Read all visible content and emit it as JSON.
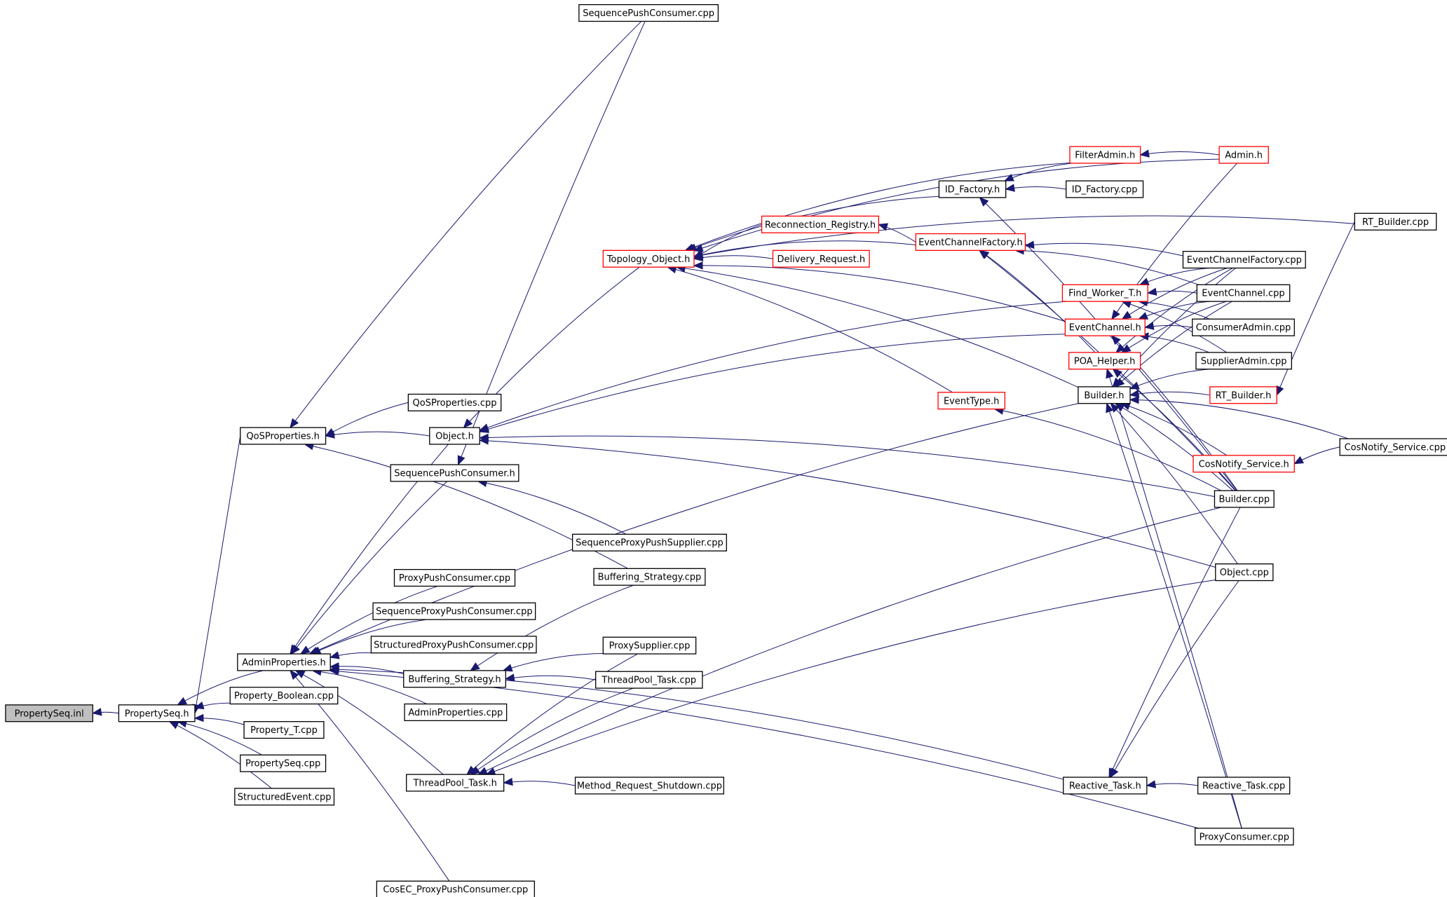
{
  "colors": {
    "edge": "#191970",
    "box_black": "#000000",
    "box_red": "#ff0000",
    "root_fill": "#bfbfbf",
    "fill": "#ffffff"
  },
  "nodes": [
    {
      "id": "PropertySeq_inl",
      "label": "PropertySeq.inl",
      "style": "root"
    },
    {
      "id": "PropertySeq_h",
      "label": "PropertySeq.h",
      "style": "black"
    },
    {
      "id": "QoSProperties_h",
      "label": "QoSProperties.h",
      "style": "black"
    },
    {
      "id": "AdminProperties_h",
      "label": "AdminProperties.h",
      "style": "black"
    },
    {
      "id": "Property_Boolean_cpp",
      "label": "Property_Boolean.cpp",
      "style": "black"
    },
    {
      "id": "Property_T_cpp",
      "label": "Property_T.cpp",
      "style": "black"
    },
    {
      "id": "PropertySeq_cpp",
      "label": "PropertySeq.cpp",
      "style": "black"
    },
    {
      "id": "StructuredEvent_cpp",
      "label": "StructuredEvent.cpp",
      "style": "black"
    },
    {
      "id": "SequencePushConsumer_cpp",
      "label": "SequencePushConsumer.cpp",
      "style": "black"
    },
    {
      "id": "QoSProperties_cpp",
      "label": "QoSProperties.cpp",
      "style": "black"
    },
    {
      "id": "Object_h",
      "label": "Object.h",
      "style": "black"
    },
    {
      "id": "SequencePushConsumer_h",
      "label": "SequencePushConsumer.h",
      "style": "black"
    },
    {
      "id": "ProxyPushConsumer_cpp",
      "label": "ProxyPushConsumer.cpp",
      "style": "black"
    },
    {
      "id": "SequenceProxyPushConsumer_cpp",
      "label": "SequenceProxyPushConsumer.cpp",
      "style": "black"
    },
    {
      "id": "StructuredProxyPushConsumer_cpp",
      "label": "StructuredProxyPushConsumer.cpp",
      "style": "black"
    },
    {
      "id": "Buffering_Strategy_h",
      "label": "Buffering_Strategy.h",
      "style": "black"
    },
    {
      "id": "AdminProperties_cpp",
      "label": "AdminProperties.cpp",
      "style": "black"
    },
    {
      "id": "ThreadPool_Task_h",
      "label": "ThreadPool_Task.h",
      "style": "black"
    },
    {
      "id": "CosEC_ProxyPushConsumer_cpp",
      "label": "CosEC_ProxyPushConsumer.cpp",
      "style": "black"
    },
    {
      "id": "Topology_Object_h",
      "label": "Topology_Object.h",
      "style": "red"
    },
    {
      "id": "Reconnection_Registry_h",
      "label": "Reconnection_Registry.h",
      "style": "red"
    },
    {
      "id": "Delivery_Request_h",
      "label": "Delivery_Request.h",
      "style": "red"
    },
    {
      "id": "SequenceProxyPushSupplier_cpp",
      "label": "SequenceProxyPushSupplier.cpp",
      "style": "black"
    },
    {
      "id": "Buffering_Strategy_cpp",
      "label": "Buffering_Strategy.cpp",
      "style": "black"
    },
    {
      "id": "ProxySupplier_cpp",
      "label": "ProxySupplier.cpp",
      "style": "black"
    },
    {
      "id": "ThreadPool_Task_cpp",
      "label": "ThreadPool_Task.cpp",
      "style": "black"
    },
    {
      "id": "Method_Request_Shutdown_cpp",
      "label": "Method_Request_Shutdown.cpp",
      "style": "black"
    },
    {
      "id": "ID_Factory_h",
      "label": "ID_Factory.h",
      "style": "black"
    },
    {
      "id": "EventChannelFactory_h",
      "label": "EventChannelFactory.h",
      "style": "red"
    },
    {
      "id": "EventType_h",
      "label": "EventType.h",
      "style": "red"
    },
    {
      "id": "FilterAdmin_h",
      "label": "FilterAdmin.h",
      "style": "red"
    },
    {
      "id": "ID_Factory_cpp",
      "label": "ID_Factory.cpp",
      "style": "black"
    },
    {
      "id": "Find_Worker_T_h",
      "label": "Find_Worker_T.h",
      "style": "red"
    },
    {
      "id": "EventChannel_h",
      "label": "EventChannel.h",
      "style": "red"
    },
    {
      "id": "POA_Helper_h",
      "label": "POA_Helper.h",
      "style": "red"
    },
    {
      "id": "Builder_h",
      "label": "Builder.h",
      "style": "black"
    },
    {
      "id": "Reactive_Task_h",
      "label": "Reactive_Task.h",
      "style": "black"
    },
    {
      "id": "Admin_h",
      "label": "Admin.h",
      "style": "red"
    },
    {
      "id": "EventChannelFactory_cpp",
      "label": "EventChannelFactory.cpp",
      "style": "black"
    },
    {
      "id": "EventChannel_cpp",
      "label": "EventChannel.cpp",
      "style": "black"
    },
    {
      "id": "ConsumerAdmin_cpp",
      "label": "ConsumerAdmin.cpp",
      "style": "black"
    },
    {
      "id": "SupplierAdmin_cpp",
      "label": "SupplierAdmin.cpp",
      "style": "black"
    },
    {
      "id": "RT_Builder_h",
      "label": "RT_Builder.h",
      "style": "red"
    },
    {
      "id": "CosNotify_Service_h",
      "label": "CosNotify_Service.h",
      "style": "red"
    },
    {
      "id": "Builder_cpp",
      "label": "Builder.cpp",
      "style": "black"
    },
    {
      "id": "Object_cpp",
      "label": "Object.cpp",
      "style": "black"
    },
    {
      "id": "Reactive_Task_cpp",
      "label": "Reactive_Task.cpp",
      "style": "black"
    },
    {
      "id": "ProxyConsumer_cpp",
      "label": "ProxyConsumer.cpp",
      "style": "black"
    },
    {
      "id": "RT_Builder_cpp",
      "label": "RT_Builder.cpp",
      "style": "black"
    },
    {
      "id": "CosNotify_Service_cpp",
      "label": "CosNotify_Service.cpp",
      "style": "black"
    }
  ],
  "edges": [
    [
      "PropertySeq_h",
      "PropertySeq_inl"
    ],
    [
      "QoSProperties_h",
      "PropertySeq_h"
    ],
    [
      "AdminProperties_h",
      "PropertySeq_h"
    ],
    [
      "Property_Boolean_cpp",
      "PropertySeq_h"
    ],
    [
      "Property_T_cpp",
      "PropertySeq_h"
    ],
    [
      "PropertySeq_cpp",
      "PropertySeq_h"
    ],
    [
      "StructuredEvent_cpp",
      "PropertySeq_h"
    ],
    [
      "SequencePushConsumer_cpp",
      "QoSProperties_h"
    ],
    [
      "QoSProperties_cpp",
      "QoSProperties_h"
    ],
    [
      "Object_h",
      "QoSProperties_h"
    ],
    [
      "Buffering_Strategy_cpp",
      "QoSProperties_h"
    ],
    [
      "Object_h",
      "AdminProperties_h"
    ],
    [
      "SequencePushConsumer_h",
      "AdminProperties_h"
    ],
    [
      "ProxyPushConsumer_cpp",
      "AdminProperties_h"
    ],
    [
      "SequenceProxyPushConsumer_cpp",
      "AdminProperties_h"
    ],
    [
      "StructuredProxyPushConsumer_cpp",
      "AdminProperties_h"
    ],
    [
      "Buffering_Strategy_h",
      "AdminProperties_h"
    ],
    [
      "AdminProperties_cpp",
      "AdminProperties_h"
    ],
    [
      "ThreadPool_Task_h",
      "AdminProperties_h"
    ],
    [
      "CosEC_ProxyPushConsumer_cpp",
      "AdminProperties_h"
    ],
    [
      "Reactive_Task_h",
      "AdminProperties_h"
    ],
    [
      "ProxyConsumer_cpp",
      "AdminProperties_h"
    ],
    [
      "Builder_h",
      "AdminProperties_h"
    ],
    [
      "Topology_Object_h",
      "Object_h"
    ],
    [
      "Find_Worker_T_h",
      "Object_h"
    ],
    [
      "EventChannel_h",
      "Object_h"
    ],
    [
      "Builder_cpp",
      "Object_h"
    ],
    [
      "Object_cpp",
      "Object_h"
    ],
    [
      "SequencePushConsumer_cpp",
      "SequencePushConsumer_h"
    ],
    [
      "SequenceProxyPushSupplier_cpp",
      "SequencePushConsumer_h"
    ],
    [
      "Buffering_Strategy_cpp",
      "Buffering_Strategy_h"
    ],
    [
      "ProxySupplier_cpp",
      "Buffering_Strategy_h"
    ],
    [
      "ThreadPool_Task_cpp",
      "Buffering_Strategy_h"
    ],
    [
      "ThreadPool_Task_cpp",
      "ThreadPool_Task_h"
    ],
    [
      "Method_Request_Shutdown_cpp",
      "ThreadPool_Task_h"
    ],
    [
      "ProxySupplier_cpp",
      "ThreadPool_Task_h"
    ],
    [
      "Builder_cpp",
      "ThreadPool_Task_h"
    ],
    [
      "Object_cpp",
      "ThreadPool_Task_h"
    ],
    [
      "Reconnection_Registry_h",
      "Topology_Object_h"
    ],
    [
      "Delivery_Request_h",
      "Topology_Object_h"
    ],
    [
      "EventChannel_h",
      "Topology_Object_h"
    ],
    [
      "Builder_h",
      "Topology_Object_h"
    ],
    [
      "EventType_h",
      "Topology_Object_h"
    ],
    [
      "FilterAdmin_h",
      "Topology_Object_h"
    ],
    [
      "ID_Factory_h",
      "Topology_Object_h"
    ],
    [
      "Admin_h",
      "Topology_Object_h"
    ],
    [
      "EventChannelFactory_h",
      "Topology_Object_h"
    ],
    [
      "RT_Builder_cpp",
      "Topology_Object_h"
    ],
    [
      "EventChannelFactory_h",
      "Reconnection_Registry_h"
    ],
    [
      "FilterAdmin_h",
      "ID_Factory_h"
    ],
    [
      "ID_Factory_cpp",
      "ID_Factory_h"
    ],
    [
      "Builder_cpp",
      "ID_Factory_h"
    ],
    [
      "EventChannelFactory_cpp",
      "EventChannelFactory_h"
    ],
    [
      "EventChannel_cpp",
      "EventChannelFactory_h"
    ],
    [
      "POA_Helper_h",
      "EventChannelFactory_h"
    ],
    [
      "Builder_cpp",
      "EventChannelFactory_h"
    ],
    [
      "Builder_cpp",
      "EventType_h"
    ],
    [
      "Admin_h",
      "FilterAdmin_h"
    ],
    [
      "EventChannelFactory_cpp",
      "Find_Worker_T_h"
    ],
    [
      "EventChannel_cpp",
      "Find_Worker_T_h"
    ],
    [
      "ConsumerAdmin_cpp",
      "Find_Worker_T_h"
    ],
    [
      "SupplierAdmin_cpp",
      "Find_Worker_T_h"
    ],
    [
      "EventChannelFactory_cpp",
      "EventChannel_h"
    ],
    [
      "EventChannel_cpp",
      "EventChannel_h"
    ],
    [
      "ConsumerAdmin_cpp",
      "EventChannel_h"
    ],
    [
      "SupplierAdmin_cpp",
      "EventChannel_h"
    ],
    [
      "Admin_h",
      "EventChannel_h"
    ],
    [
      "Builder_cpp",
      "EventChannel_h"
    ],
    [
      "EventChannelFactory_cpp",
      "POA_Helper_h"
    ],
    [
      "EventChannel_cpp",
      "POA_Helper_h"
    ],
    [
      "Builder_cpp",
      "POA_Helper_h"
    ],
    [
      "ProxyConsumer_cpp",
      "POA_Helper_h"
    ],
    [
      "EventChannelFactory_cpp",
      "Builder_h"
    ],
    [
      "EventChannel_cpp",
      "Builder_h"
    ],
    [
      "SupplierAdmin_cpp",
      "Builder_h"
    ],
    [
      "RT_Builder_h",
      "Builder_h"
    ],
    [
      "CosNotify_Service_h",
      "Builder_h"
    ],
    [
      "CosNotify_Service_cpp",
      "Builder_h"
    ],
    [
      "Builder_cpp",
      "Builder_h"
    ],
    [
      "Object_cpp",
      "Builder_h"
    ],
    [
      "ProxyConsumer_cpp",
      "Builder_h"
    ],
    [
      "RT_Builder_cpp",
      "RT_Builder_h"
    ],
    [
      "CosNotify_Service_cpp",
      "CosNotify_Service_h"
    ],
    [
      "Reactive_Task_cpp",
      "Reactive_Task_h"
    ],
    [
      "Builder_cpp",
      "Reactive_Task_h"
    ],
    [
      "Object_cpp",
      "Reactive_Task_h"
    ]
  ]
}
